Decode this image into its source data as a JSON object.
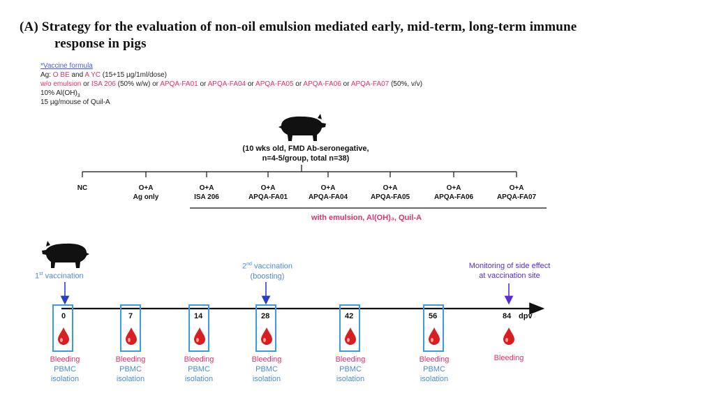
{
  "title": {
    "line1": "(A)  Strategy  for  the  evaluation  of  non-oil  emulsion  mediated  early,  mid-term,  long-term  immune",
    "line2": "response  in  pigs"
  },
  "vaccine_formula": {
    "heading": "*Vaccine formula",
    "ag_prefix": "Ag:",
    "ag_obe": "O BE",
    "ag_and": "and",
    "ag_ayc": "A YC",
    "ag_dose": "(15+15 µg/1ml/dose)",
    "adj_wo": "w/o emulsion",
    "adj_or1": "or",
    "adj_isa": "ISA 206",
    "adj_isa_pct": "(50% w/w)",
    "adj_or2": "or",
    "adj_fa01": "APQA-FA01",
    "adj_or3": "or",
    "adj_fa04": "APQA-FA04",
    "adj_or4": "or",
    "adj_fa05": "APQA-FA05",
    "adj_or5": "or",
    "adj_fa06": "APQA-FA06",
    "adj_or6": "or",
    "adj_fa07": "APQA-FA07",
    "adj_pct": "(50%, v/v)",
    "aloh_pre": "10% Al(OH)",
    "aloh_sub": "3",
    "quil": "15 µg/mouse of Quil-A"
  },
  "pig_info": {
    "line1": "(10 wks old, FMD Ab-seronegative,",
    "line2": "n=4-5/group, total n=38)"
  },
  "groups": [
    {
      "top": "NC",
      "bottom": ""
    },
    {
      "top": "O+A",
      "bottom": "Ag only"
    },
    {
      "top": "O+A",
      "bottom": "ISA 206"
    },
    {
      "top": "O+A",
      "bottom": "APQA-FA01"
    },
    {
      "top": "O+A",
      "bottom": "APQA-FA04"
    },
    {
      "top": "O+A",
      "bottom": "APQA-FA05"
    },
    {
      "top": "O+A",
      "bottom": "APQA-FA06"
    },
    {
      "top": "O+A",
      "bottom": "APQA-FA07"
    }
  ],
  "emulsion_note": "with emulsion, Al(OH)₃, Quil-A",
  "timeline": {
    "first_vacc_sup": "st",
    "first_vacc_num": "1",
    "first_vacc_text": "vaccination",
    "second_vacc_num": "2",
    "second_vacc_sup": "nd",
    "second_vacc_text": "vaccination",
    "second_vacc_sub": "(boosting)",
    "monitor_line1": "Monitoring of side effect",
    "monitor_line2": "at vaccination site",
    "unit": "dpv",
    "days": [
      "0",
      "7",
      "14",
      "28",
      "42",
      "56",
      "84"
    ],
    "bleed_label": "Bleeding",
    "pbmc_label": "PBMC",
    "isolation_label": "isolation"
  },
  "colors": {
    "pink": "#e0306a",
    "purple": "#5a2bd6",
    "box_blue": "#3a9be0",
    "blood_red": "#d81e1e",
    "arrow_blue": "#2a3fc8"
  }
}
